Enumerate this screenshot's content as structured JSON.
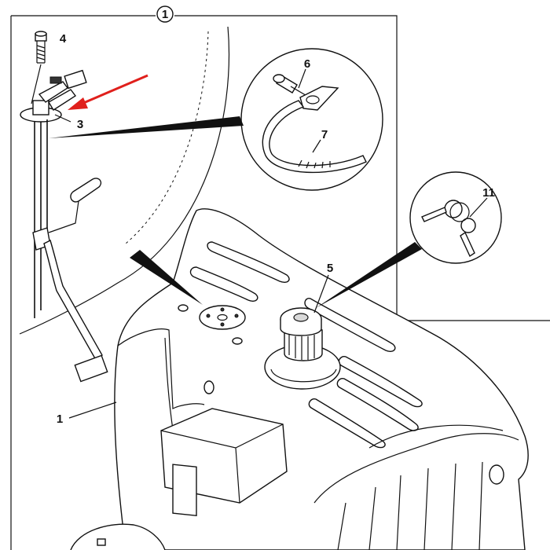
{
  "diagram": {
    "callouts": [
      {
        "id": "assembly",
        "number": "1"
      },
      {
        "id": "tank",
        "number": "1"
      },
      {
        "id": "sender-unit",
        "number": "3"
      },
      {
        "id": "bolt",
        "number": "4"
      },
      {
        "id": "filler-cap",
        "number": "5"
      },
      {
        "id": "clamp-screw",
        "number": "6"
      },
      {
        "id": "strap",
        "number": "7"
      },
      {
        "id": "keys",
        "number": "11"
      }
    ],
    "highlight_arrow_color": "#e0201c"
  }
}
